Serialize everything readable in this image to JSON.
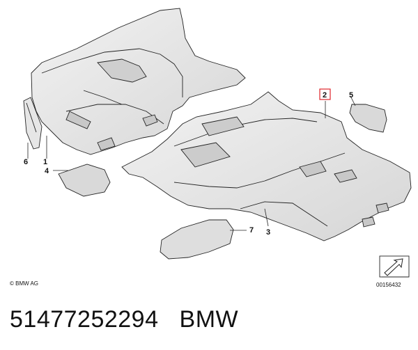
{
  "diagram": {
    "callouts": [
      {
        "id": "1",
        "label": "1"
      },
      {
        "id": "2",
        "label": "2"
      },
      {
        "id": "3",
        "label": "3"
      },
      {
        "id": "4",
        "label": "4"
      },
      {
        "id": "5",
        "label": "5"
      },
      {
        "id": "6",
        "label": "6"
      },
      {
        "id": "7",
        "label": "7"
      }
    ],
    "highlighted_callout": "2",
    "highlight_color": "#e0262b",
    "copyright": "© BMW AG",
    "diagram_number": "00156432",
    "orientation_icon": "arrow-icon"
  },
  "caption": {
    "part_number": "51477252294",
    "brand": "BMW"
  }
}
